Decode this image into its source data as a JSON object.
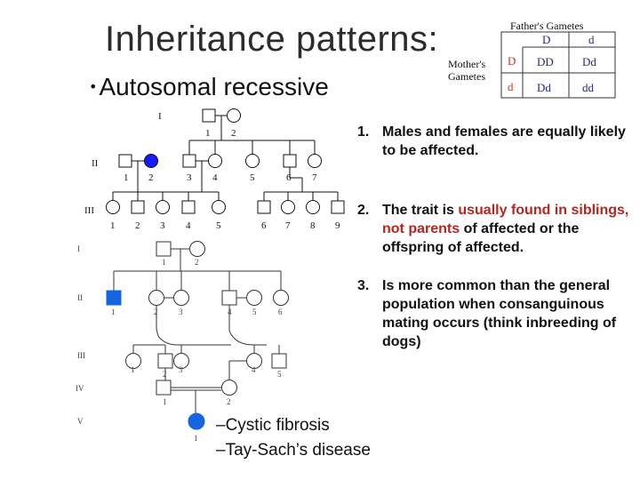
{
  "slide": {
    "title": "Inheritance patterns:",
    "subtitle": "Autosomal recessive",
    "bullet_glyph": "•"
  },
  "punnett": {
    "father_label": "Father's Gametes",
    "mother_label_line1": "Mother's",
    "mother_label_line2": "Gametes",
    "col_headers": [
      "D",
      "d"
    ],
    "row_headers": [
      "D",
      "d"
    ],
    "cells": [
      [
        "DD",
        "Dd"
      ],
      [
        "Dd",
        "dd"
      ]
    ],
    "header_color": "#c0392b",
    "cell_color": "#1f2a8a"
  },
  "pedigree1": {
    "gen_labels": [
      "I",
      "II",
      "III"
    ],
    "gen1_numbers": [
      "1",
      "2"
    ],
    "gen2_numbers": [
      "1",
      "2",
      "3",
      "4",
      "5",
      "6",
      "7"
    ],
    "gen3_numbers": [
      "1",
      "2",
      "3",
      "4",
      "5",
      "6",
      "7",
      "8",
      "9"
    ],
    "affected_color": "#1a1aff"
  },
  "pedigree2": {
    "gen_labels": [
      "I",
      "II",
      "III",
      "IV",
      "V"
    ],
    "gen1_numbers": [
      "1",
      "2"
    ],
    "gen2_numbers": [
      "1",
      "2",
      "3",
      "4",
      "5",
      "6"
    ],
    "gen3_numbers": [
      "1",
      "2",
      "3",
      "4",
      "5"
    ],
    "gen4_numbers": [
      "1",
      "2"
    ],
    "gen5_numbers": [
      "1"
    ],
    "affected_color": "#1565e0"
  },
  "notes": [
    {
      "num": "1.",
      "text": "Males and females are equally likely to be affected."
    },
    {
      "num": "2.",
      "pre": "The trait is ",
      "hl1": "usually found in siblings, not parents",
      "post": " of affected or the offspring of affected."
    },
    {
      "num": "3.",
      "text": "Is more common than the general population when consanguinous mating occurs (think inbreeding of dogs)"
    }
  ],
  "diseases": [
    "–Cystic fibrosis",
    "–Tay-Sach’s disease"
  ]
}
